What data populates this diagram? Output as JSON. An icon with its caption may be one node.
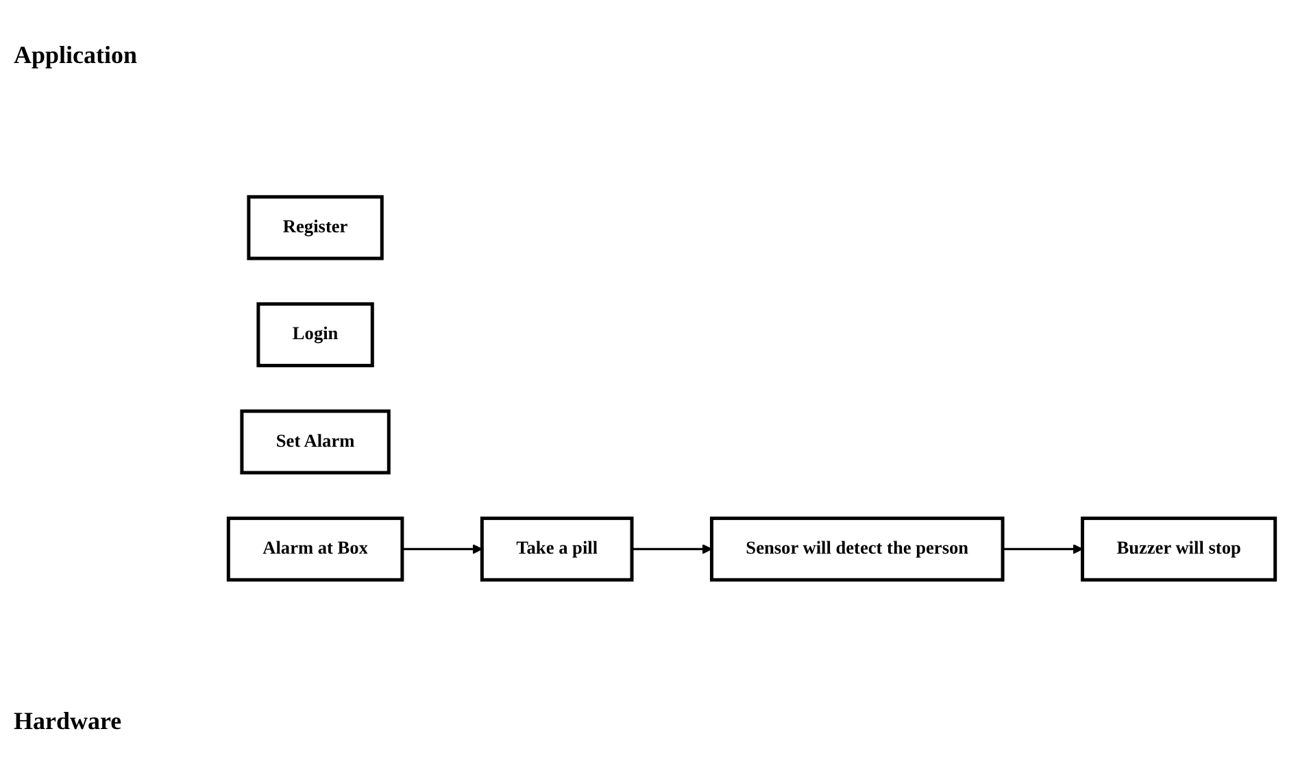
{
  "diagram": {
    "nodes": [
      {
        "text": [
          "Register"
        ]
      },
      {
        "text": [
          "Login"
        ]
      },
      {
        "text": [
          "Set Alarm"
        ]
      },
      {
        "text": [
          "Alarm at Box"
        ]
      },
      {
        "text": [
          "Take a pill"
        ]
      },
      {
        "text": [
          "Sensor will detect the person"
        ]
      },
      {
        "text": [
          "Buzzer will stop"
        ]
      }
    ],
    "edges": [
      {
        "from": 3,
        "to": 4,
        "arrow": "to"
      },
      {
        "from": 4,
        "to": 5,
        "arrow": "to"
      },
      {
        "from": 5,
        "to": 6,
        "arrow": "to"
      }
    ],
    "labels": [
      "Application",
      "Hardware"
    ]
  }
}
